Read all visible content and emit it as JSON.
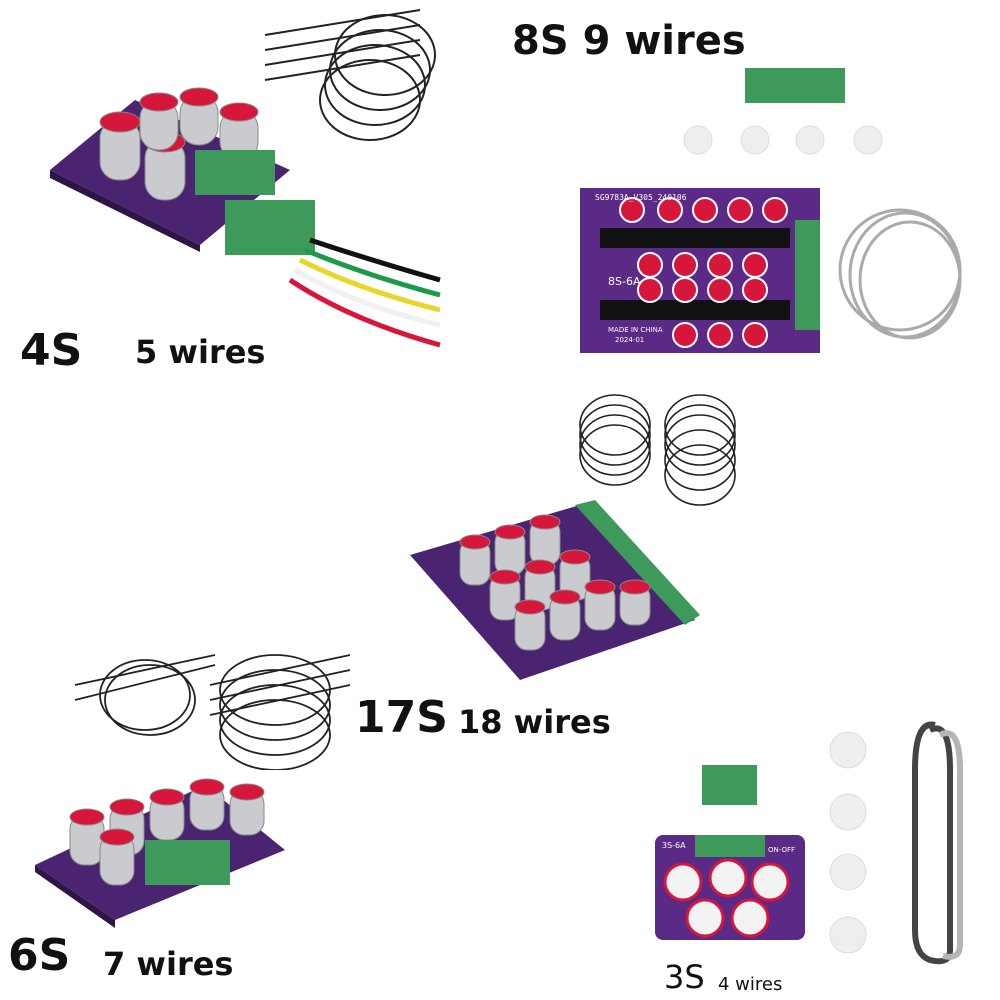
{
  "labels": {
    "s4": "4S",
    "s4_wires": "5 wires",
    "s8": "8S 9 wires",
    "s17": "17S",
    "s17_wires": "18 wires",
    "s6": "6S",
    "s6_wires": "7 wires",
    "s3": "3S",
    "s3_wires": "4 wires"
  },
  "board_prints": {
    "b8_id": "SG9783A_V305_240106",
    "b8_model": "8S-6A",
    "b8_made": "MADE IN CHINA",
    "b8_date": "2024-01",
    "b3_model": "3S-6A",
    "b3_switch": "ON-OFF"
  },
  "colors": {
    "pcb_purple": "#5b2a86",
    "terminal_green": "#3e9a5a",
    "cap_red": "#d6163a",
    "cap_silver": "#c9cbcf"
  }
}
